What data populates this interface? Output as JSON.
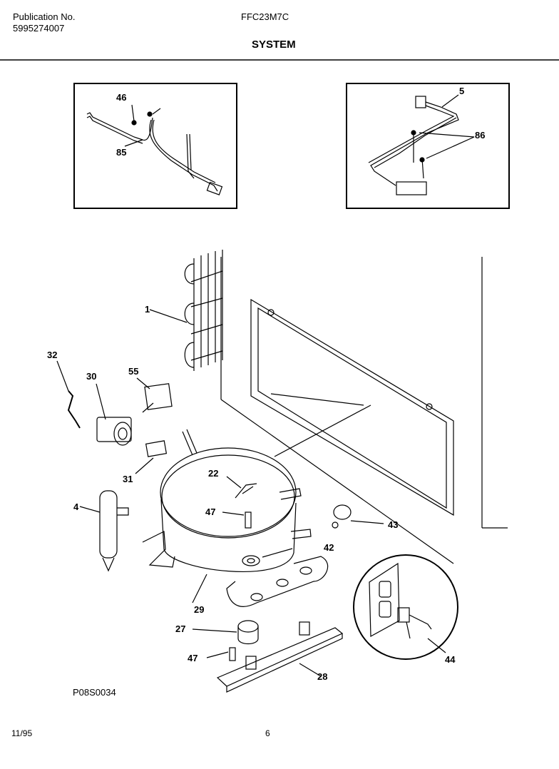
{
  "header": {
    "publication_label": "Publication No.",
    "publication_number": "5995274007",
    "model": "FFC23M7C",
    "section_title": "SYSTEM"
  },
  "callouts": {
    "c46": "46",
    "c85": "85",
    "c5": "5",
    "c86": "86",
    "c1": "1",
    "c32": "32",
    "c30": "30",
    "c55": "55",
    "c31": "31",
    "c22": "22",
    "c47a": "47",
    "c4": "4",
    "c43": "43",
    "c42": "42",
    "c29": "29",
    "c27": "27",
    "c47b": "47",
    "c28": "28",
    "c44": "44"
  },
  "diagram_code": "P08S0034",
  "footer": {
    "date": "11/95",
    "page": "6"
  }
}
